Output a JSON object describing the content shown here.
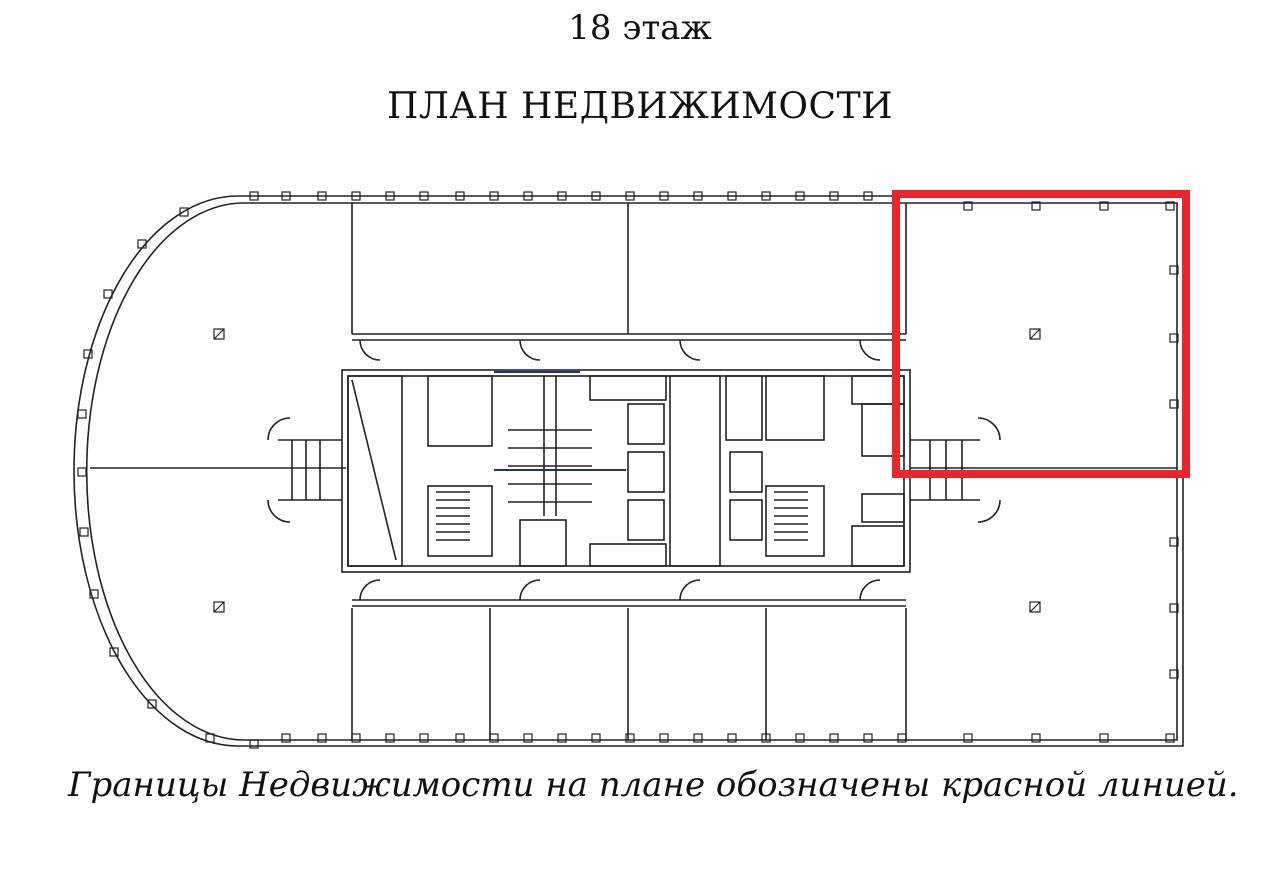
{
  "header": {
    "floor_label": "18 этаж",
    "plan_title": "ПЛАН НЕДВИЖИМОСТИ"
  },
  "plan": {
    "boundary_color": "#e8262e",
    "line_color": "#222222",
    "accent_line_color": "#27306b",
    "column_marker": "small-square-with-diagonal"
  },
  "caption": {
    "text": "Границы Недвижимости на плане обозначены красной линией."
  }
}
